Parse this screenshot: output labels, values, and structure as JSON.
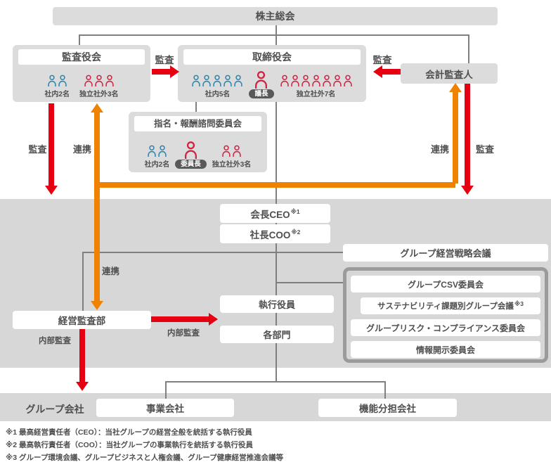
{
  "nodes": {
    "shareholders": {
      "title": "株主総会"
    },
    "audit_board": {
      "title": "監査役会",
      "groups": [
        {
          "color": "blue",
          "count": 2,
          "large": false,
          "caption": "社内2名",
          "caption_type": "text"
        },
        {
          "color": "red",
          "count": 3,
          "large": false,
          "caption": "独立社外3名",
          "caption_type": "text"
        }
      ]
    },
    "board": {
      "title": "取締役会",
      "groups": [
        {
          "color": "blue",
          "count": 5,
          "large": false,
          "caption": "社内5名",
          "caption_type": "text"
        },
        {
          "color": "red",
          "count": 1,
          "large": true,
          "caption": "議長",
          "caption_type": "badge"
        },
        {
          "color": "red",
          "count": 7,
          "large": false,
          "caption": "独立社外7名",
          "caption_type": "text"
        }
      ]
    },
    "accounting_auditor": {
      "title": "会計監査人"
    },
    "advisory_committee": {
      "title": "指名・報酬諮問委員会",
      "groups": [
        {
          "color": "blue",
          "count": 2,
          "large": false,
          "caption": "社内2名",
          "caption_type": "text"
        },
        {
          "color": "red",
          "count": 1,
          "large": true,
          "caption": "委員長",
          "caption_type": "badge"
        },
        {
          "color": "red",
          "count": 2,
          "large": false,
          "caption": "独立社外3名",
          "caption_type": "text"
        }
      ]
    },
    "chairman_ceo": {
      "title": "会長CEO",
      "note": "※1"
    },
    "president_coo": {
      "title": "社長COO",
      "note": "※2"
    },
    "group_strategy_meeting": {
      "title": "グループ経営戦略会議"
    },
    "management_audit_dept": {
      "title": "経営監査部"
    },
    "executive_officers": {
      "title": "執行役員"
    },
    "departments": {
      "title": "各部門"
    },
    "committee_box": {
      "csv": {
        "title": "グループCSV委員会"
      },
      "sustainability": {
        "title": "サステナビリティ課題別グループ会議",
        "note": "※3"
      },
      "risk": {
        "title": "グループリスク・コンプライアンス委員会"
      },
      "disclosure": {
        "title": "情報開示委員会"
      }
    },
    "group_companies_label": "グループ会社",
    "business_company": {
      "title": "事業会社"
    },
    "functional_company": {
      "title": "機能分担会社"
    }
  },
  "edge_labels": {
    "audit_left": "監査",
    "audit_right": "監査",
    "audit_down_left": "監査",
    "cooperation_up_left": "連携",
    "cooperation_right": "連携",
    "audit_down_right": "監査",
    "cooperation_middle": "連携",
    "internal_audit_down": "内部監査",
    "internal_audit_right": "内部監査"
  },
  "footnotes": [
    "※1 最高経営責任者（CEO）：当社グループの経営全般を統括する執行役員",
    "※2 最高執行責任者（COO）：当社グループの事業執行を統括する執行役員",
    "※3 グループ環境会議、グループビジネスと人権会議、グループ健康経営推進会議等"
  ],
  "colors": {
    "arrow_red": "#e60012",
    "arrow_orange": "#ef8200",
    "person_blue": "#2d86ad",
    "person_red": "#cf2543",
    "badge_gray": "#595959",
    "band_gray": "#d7d7d8",
    "container_gray": "#dcdcdd",
    "frame_gray": "#9b9b9c",
    "line_gray": "#7f7f7f"
  }
}
